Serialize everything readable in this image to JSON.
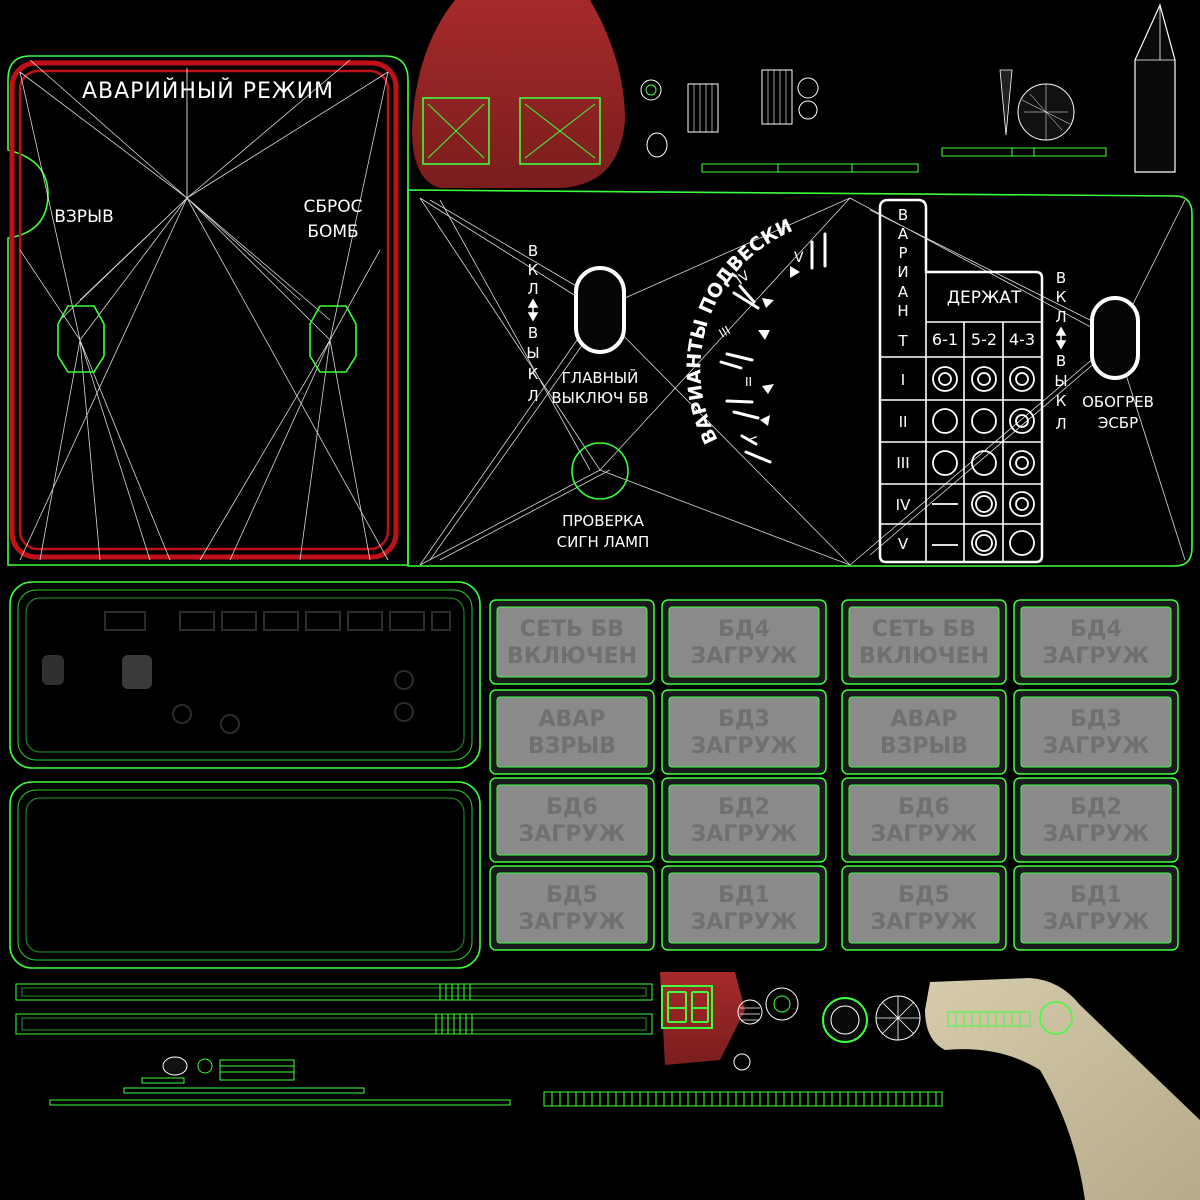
{
  "emergency_panel": {
    "title": "АВАРИЙНЫЙ РЕЖИМ",
    "blast_label": "ВЗРЫВ",
    "drop_label_1": "СБРОС",
    "drop_label_2": "БОМБ"
  },
  "weapons_panel": {
    "on_off_chars": [
      "В",
      "К",
      "Л",
      "",
      "В",
      "Ы",
      "К",
      "Л"
    ],
    "main_switch_1": "ГЛАВНЫЙ",
    "main_switch_2": "ВЫКЛЮЧ БВ",
    "lamp_check_1": "ПРОВЕРКА",
    "lamp_check_2": "СИГН ЛАМП",
    "dial_title": "ВАРИАНТЫ ПОДВЕСКИ",
    "dial_marks": [
      "I",
      "II",
      "III",
      "IV",
      "V"
    ],
    "variant_chars": [
      "В",
      "А",
      "Р",
      "И",
      "А",
      "Н",
      "Т"
    ],
    "holder_header": "ДЕРЖАТ",
    "holder_columns": [
      "6-1",
      "5-2",
      "4-3"
    ],
    "variant_rows": [
      "I",
      "II",
      "III",
      "IV",
      "V"
    ],
    "heater_1": "ОБОГРЕВ",
    "heater_2": "ЭСБР"
  },
  "lamp_buttons": {
    "columns": [
      [
        [
          "СЕТЬ БВ",
          "ВКЛЮЧЕН"
        ],
        [
          "АВАР",
          "ВЗРЫВ"
        ],
        [
          "БД6",
          "ЗАГРУЖ"
        ],
        [
          "БД5",
          "ЗАГРУЖ"
        ]
      ],
      [
        [
          "БД4",
          "ЗАГРУЖ"
        ],
        [
          "БД3",
          "ЗАГРУЖ"
        ],
        [
          "БД2",
          "ЗАГРУЖ"
        ],
        [
          "БД1",
          "ЗАГРУЖ"
        ]
      ]
    ]
  },
  "colors": {
    "edge": "#3cff3c",
    "frame_red": "#c0111a",
    "knob_red": "#8b1f1f",
    "tan": "#c9bfa0",
    "lamp_gray": "#8a8a8a"
  }
}
